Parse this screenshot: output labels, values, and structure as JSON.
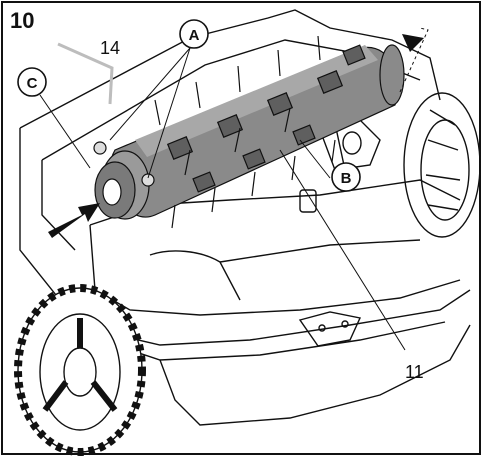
{
  "figure": {
    "step_number": "10",
    "callouts": {
      "a": "A",
      "b": "B",
      "c": "C"
    },
    "part_numbers": {
      "hex_key": "14",
      "roller": "11"
    }
  },
  "colors": {
    "line": "#111111",
    "roller_fill": "#8a8a8a",
    "roller_dark": "#5f5f5f",
    "background": "#ffffff"
  }
}
